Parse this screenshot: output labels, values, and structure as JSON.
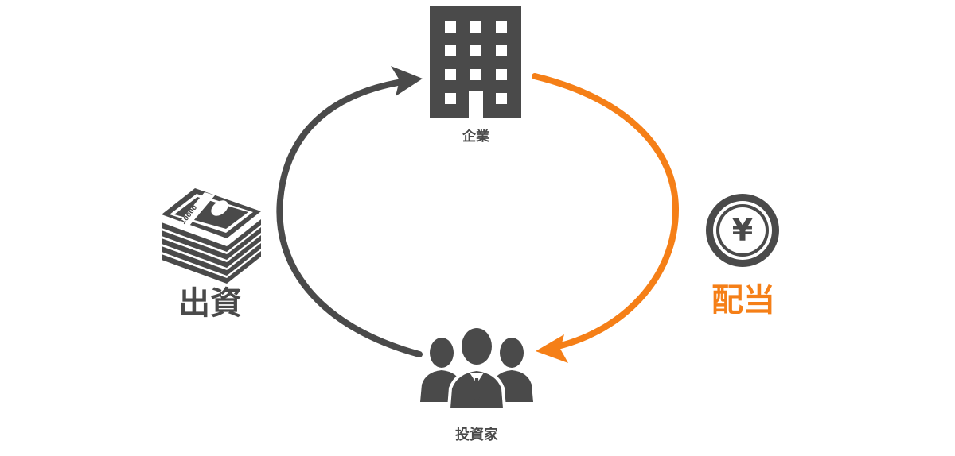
{
  "nodes": {
    "company": {
      "label": "企業",
      "icon": "office-building-icon"
    },
    "investor": {
      "label": "投資家",
      "icon": "business-people-icon"
    }
  },
  "flows": {
    "investment": {
      "label": "出資",
      "icon": "banknote-stack-icon",
      "banknote_denomination": "10000",
      "color": "#4a4a4a"
    },
    "dividend": {
      "label": "配当",
      "icon": "yen-coin-icon",
      "coin_symbol": "¥",
      "color": "#f57f17"
    }
  },
  "colors": {
    "icon_dark": "#4a4a4a",
    "accent_orange": "#f57f17",
    "background": "#ffffff"
  }
}
